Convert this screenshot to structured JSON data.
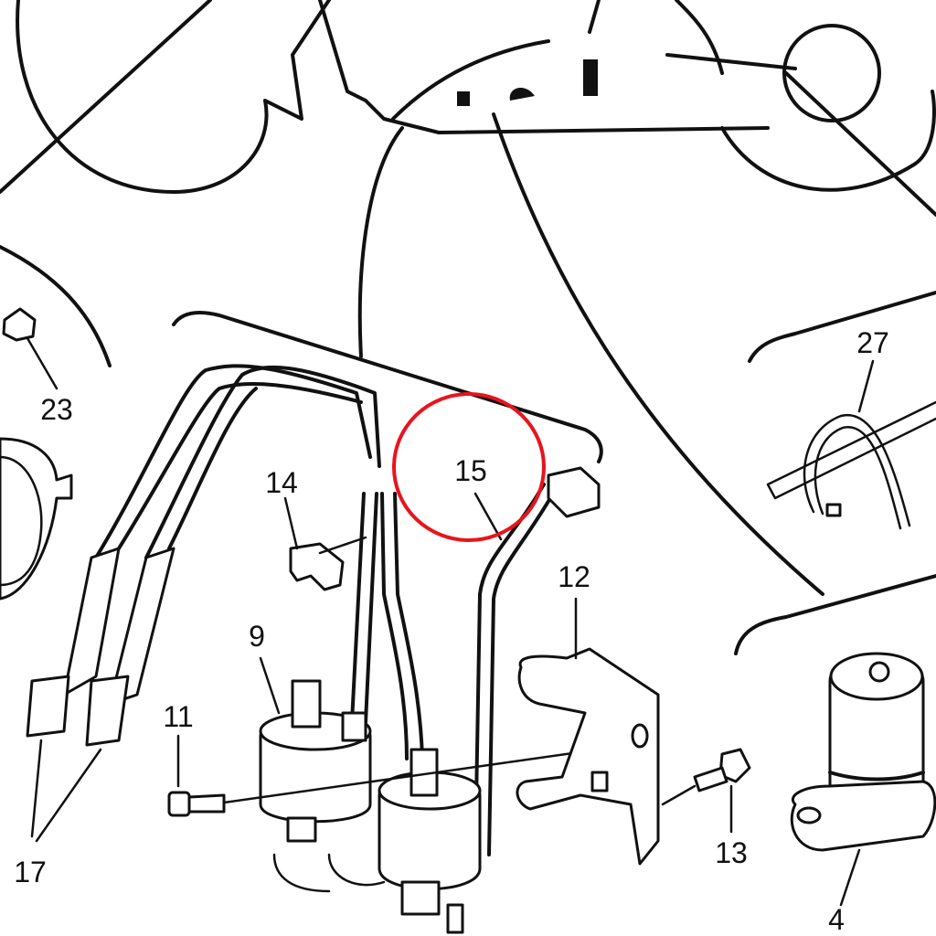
{
  "diagram": {
    "callouts": [
      {
        "id": "27",
        "label": "27"
      },
      {
        "id": "23",
        "label": "23"
      },
      {
        "id": "14",
        "label": "14"
      },
      {
        "id": "15",
        "label": "15"
      },
      {
        "id": "12",
        "label": "12"
      },
      {
        "id": "9",
        "label": "9"
      },
      {
        "id": "11",
        "label": "11"
      },
      {
        "id": "13",
        "label": "13"
      },
      {
        "id": "17",
        "label": "17"
      },
      {
        "id": "4",
        "label": "4"
      }
    ],
    "highlight": {
      "target": "15",
      "color": "#e8141c"
    }
  }
}
